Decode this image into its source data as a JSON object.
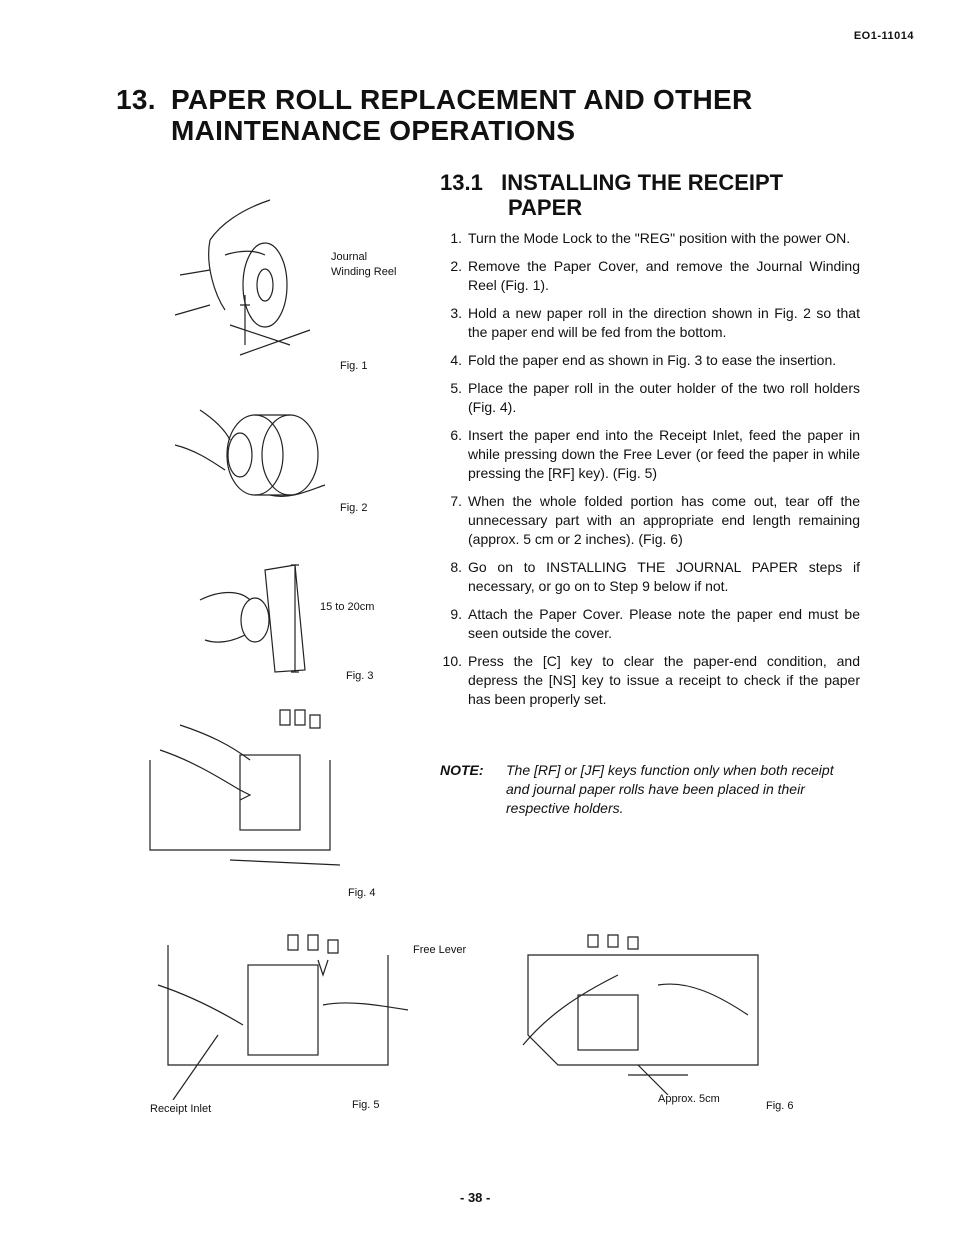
{
  "header": {
    "doc_code": "EO1-11014"
  },
  "chapter": {
    "number": "13.",
    "title_line1": "PAPER ROLL REPLACEMENT AND OTHER",
    "title_line2": "MAINTENANCE OPERATIONS"
  },
  "section": {
    "number": "13.1",
    "title_line1": "INSTALLING THE RECEIPT",
    "title_line2": "PAPER"
  },
  "steps": [
    {
      "n": "1.",
      "text": "Turn the Mode Lock to the \"REG\" position with the power ON."
    },
    {
      "n": "2.",
      "text": "Remove the Paper Cover, and remove the Journal Winding Reel (Fig. 1)."
    },
    {
      "n": "3.",
      "text": "Hold a new paper roll in the direction shown in Fig. 2 so that the paper end will be fed from the bottom."
    },
    {
      "n": "4.",
      "text": "Fold the paper end as shown in Fig. 3 to ease the insertion."
    },
    {
      "n": "5.",
      "text": "Place the paper roll in the outer holder of the two roll holders (Fig. 4)."
    },
    {
      "n": "6.",
      "text": "Insert the paper end into the Receipt Inlet, feed the paper in while pressing down the Free Lever (or feed the paper in while pressing the [RF] key). (Fig. 5)"
    },
    {
      "n": "7.",
      "text": "When the whole folded portion has come out, tear off the unnecessary part with an appropriate end length remaining (approx. 5 cm or 2 inches). (Fig. 6)"
    },
    {
      "n": "8.",
      "text": "Go on to INSTALLING THE JOURNAL PAPER steps if necessary, or go on to Step 9 below if not."
    },
    {
      "n": "9.",
      "text": "Attach the Paper Cover. Please note the paper end must be seen outside the cover."
    },
    {
      "n": "10.",
      "text": "Press the [C] key to clear the paper-end condition, and depress the [NS] key to issue a receipt to check if the paper has been properly set."
    }
  ],
  "note": {
    "label": "NOTE:",
    "text": "The [RF] or [JF] keys function only when both receipt and journal paper rolls have been placed in their respective holders."
  },
  "figures": {
    "fig1": {
      "label": "Journal\nWinding Reel",
      "caption": "Fig. 1"
    },
    "fig2": {
      "caption": "Fig. 2"
    },
    "fig3": {
      "label": "15 to 20cm",
      "caption": "Fig. 3"
    },
    "fig4": {
      "caption": "Fig. 4"
    },
    "fig5": {
      "label_lever": "Free Lever",
      "label_inlet": "Receipt Inlet",
      "caption": "Fig. 5"
    },
    "fig6": {
      "label": "Approx. 5cm",
      "caption": "Fig. 6"
    }
  },
  "footer": {
    "page": "- 38 -"
  }
}
